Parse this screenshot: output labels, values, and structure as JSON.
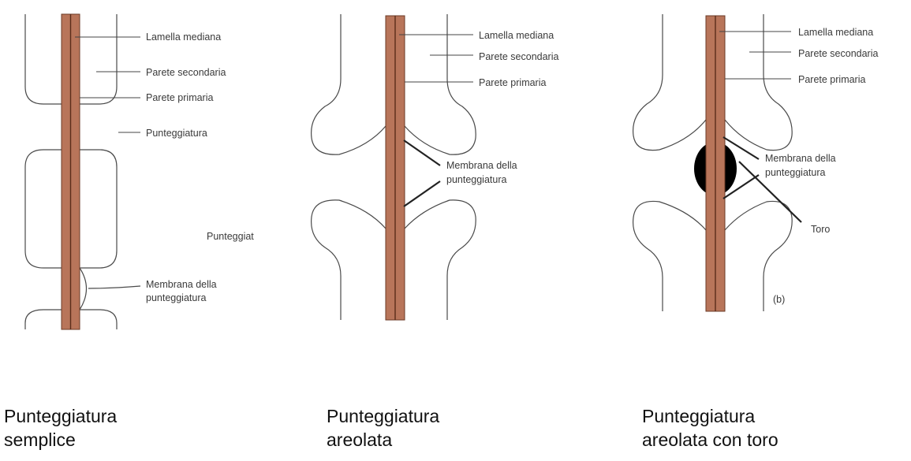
{
  "panels": {
    "simple": {
      "labels": {
        "lamella_mediana": "Lamella mediana",
        "parete_secondaria": "Parete secondaria",
        "parete_primaria": "Parete primaria",
        "punteggiatura": "Punteggiatura",
        "punteggiat_truncated": "Punteggiat",
        "membrana_line1": "Membrana della",
        "membrana_line2": "punteggiatura"
      },
      "caption_line1": "Punteggiatura",
      "caption_line2": "semplice"
    },
    "areolate": {
      "labels": {
        "lamella_mediana": "Lamella mediana",
        "parete_secondaria": "Parete secondaria",
        "parete_primaria": "Parete primaria",
        "membrana_line1": "Membrana della",
        "membrana_line2": "punteggiatura"
      },
      "caption_line1": "Punteggiatura",
      "caption_line2": "areolata"
    },
    "torus": {
      "labels": {
        "lamella_mediana": "Lamella mediana",
        "parete_secondaria": "Parete secondaria",
        "parete_primaria": "Parete primaria",
        "membrana_line1": "Membrana della",
        "membrana_line2": "punteggiatura",
        "toro": "Toro",
        "panel_marker": "(b)"
      },
      "caption_line1": "Punteggiatura",
      "caption_line2": "areolata con toro"
    }
  },
  "colors": {
    "cell_wall": "#b8755a",
    "middle_lamella": "#5a2c1a",
    "torus": "#000000"
  }
}
